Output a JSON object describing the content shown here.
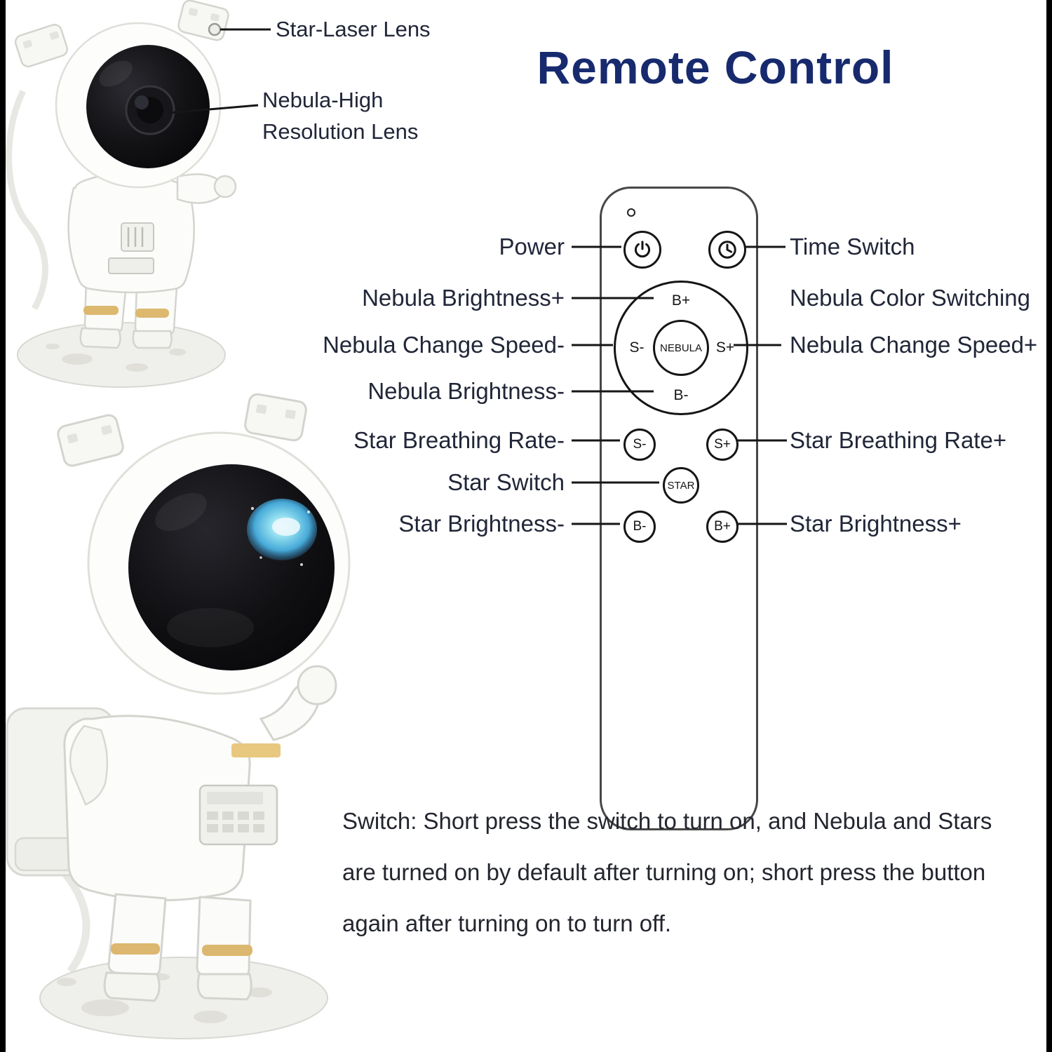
{
  "title": "Remote Control",
  "annotations": {
    "star_laser_label": "Star-Laser Lens",
    "nebula_lens_label": "Nebula-High Resolution Lens"
  },
  "labels_left": [
    {
      "text": "Power"
    },
    {
      "text": "Nebula Brightness+"
    },
    {
      "text": "Nebula Change Speed-"
    },
    {
      "text": "Nebula Brightness-"
    },
    {
      "text": "Star Breathing Rate-"
    },
    {
      "text": "Star Switch"
    },
    {
      "text": "Star Brightness-"
    }
  ],
  "labels_right": [
    {
      "text": "Time Switch"
    },
    {
      "text": "Nebula Color Switching"
    },
    {
      "text": "Nebula Change Speed+"
    },
    {
      "text": "Star Breathing Rate+"
    },
    {
      "text": "Star Brightness+"
    }
  ],
  "remote": {
    "dpad_top": "B+",
    "dpad_left": "S-",
    "dpad_center": "NEBULA",
    "dpad_right": "S+",
    "dpad_bottom": "B-",
    "btn_s_minus": "S-",
    "btn_s_plus": "S+",
    "btn_star": "STAR",
    "btn_b_minus": "B-",
    "btn_b_plus": "B+"
  },
  "footer": "Switch: Short press the switch to turn on, and Nebula and Stars are turned on by default after turning on; short press the button again after turning on to turn off.",
  "colors": {
    "title": "#182a6e",
    "label_text": "#212638",
    "line": "#161616"
  }
}
